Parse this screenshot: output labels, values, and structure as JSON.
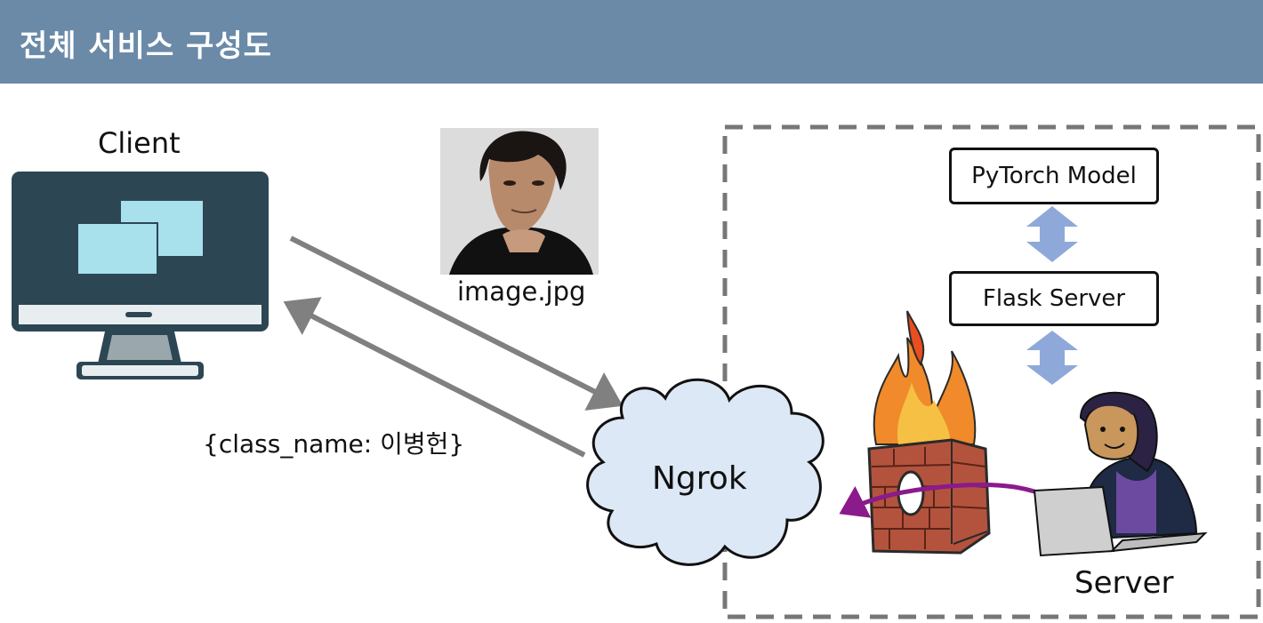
{
  "header": {
    "title": "전체 서비스 구성도"
  },
  "client": {
    "label": "Client"
  },
  "image": {
    "caption": "image.jpg"
  },
  "response": {
    "text": "{class_name: 이병헌}"
  },
  "ngrok": {
    "label": "Ngrok"
  },
  "server": {
    "label": "Server",
    "model_box": "PyTorch Model",
    "flask_box": "Flask Server"
  },
  "colors": {
    "header_bg": "#6a8aa8",
    "monitor_dark": "#2d4654",
    "screen_window": "#a8e0ec",
    "arrow_gray": "#808080",
    "cloud_fill": "#dce8f5",
    "double_arrow": "#8ea9d9",
    "firewall_brick": "#b4533d",
    "purple_arrow": "#8b1a8b"
  },
  "icons": [
    "monitor-icon",
    "cloud-icon",
    "firewall-icon",
    "developer-icon",
    "double-arrow-icon"
  ]
}
